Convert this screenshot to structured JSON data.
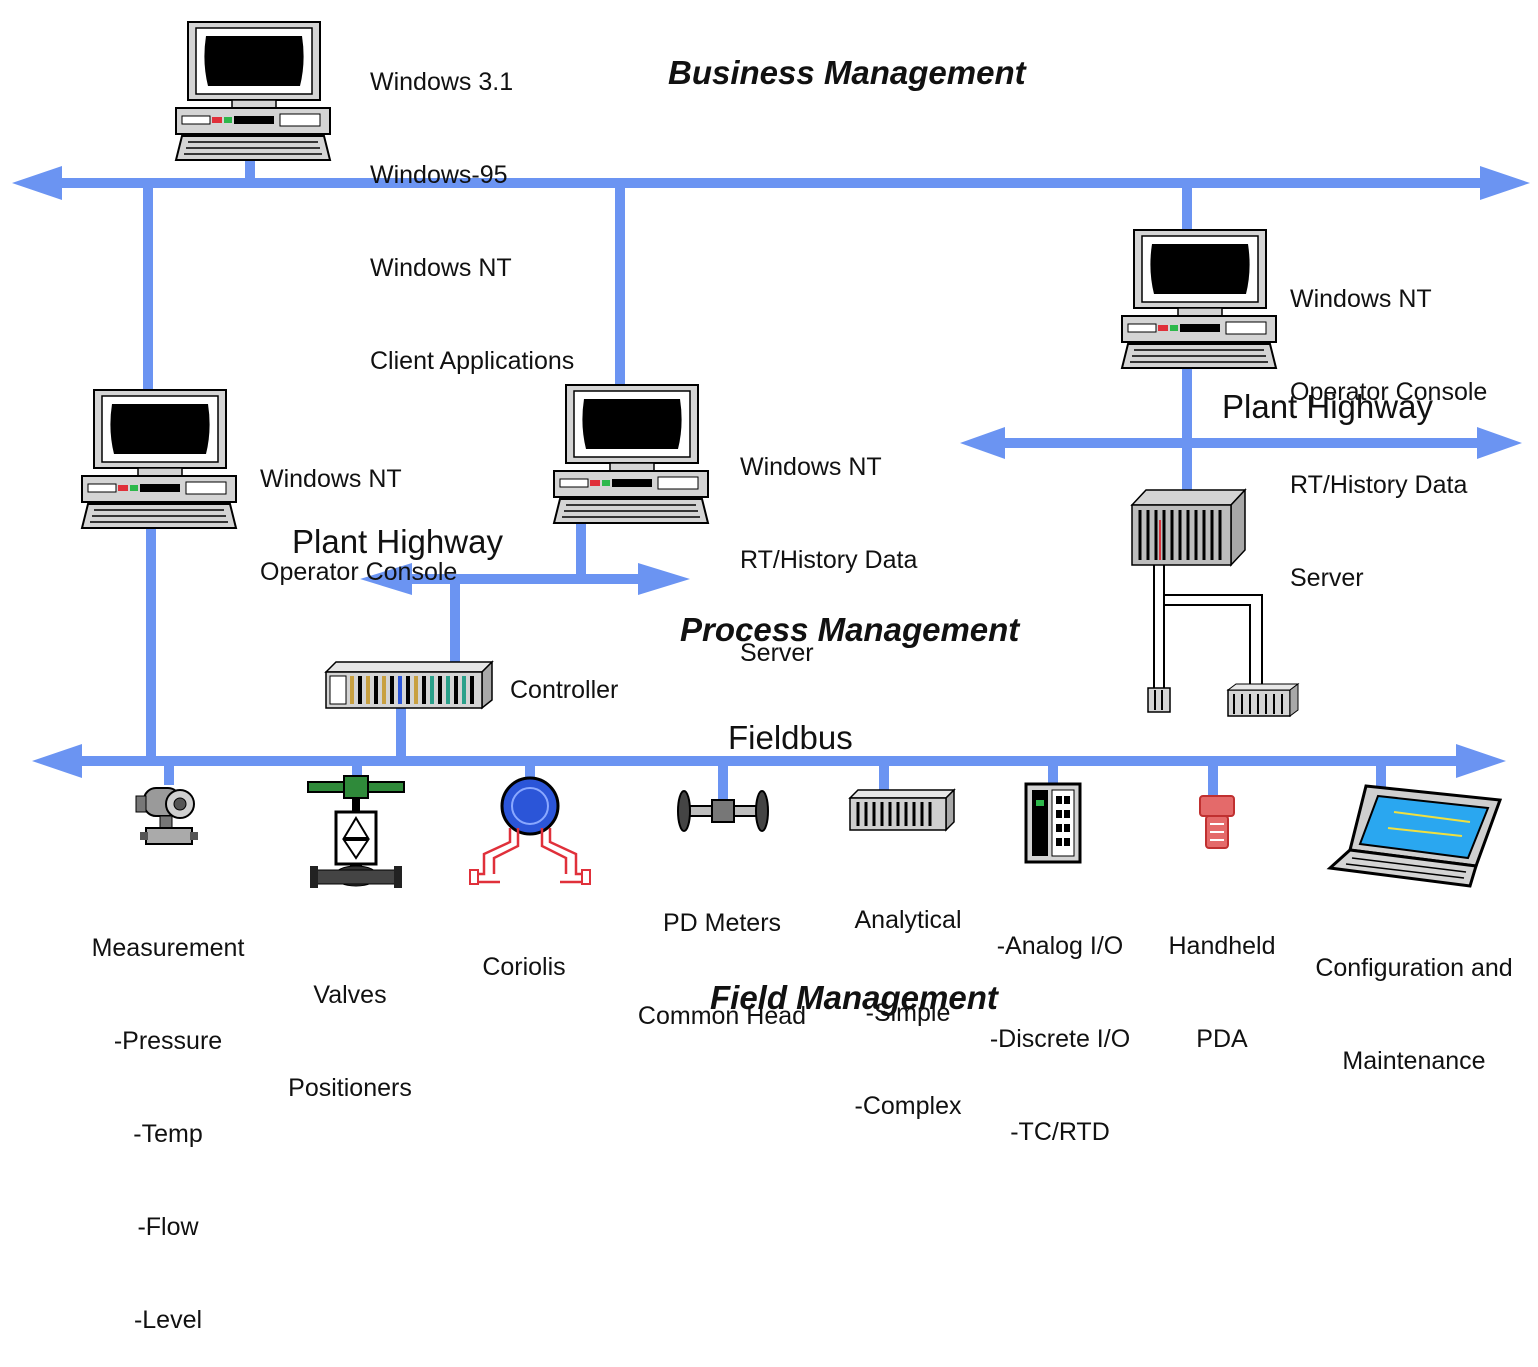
{
  "titles": {
    "business": "Business Management",
    "process": "Process Management",
    "field": "Field Management"
  },
  "networks": {
    "plant_highway_left": "Plant Highway",
    "plant_highway_right": "Plant Highway",
    "fieldbus": "Fieldbus"
  },
  "nodes": {
    "client_pc": [
      "Windows 3.1",
      "Windows-95",
      "Windows NT",
      "Client Applications"
    ],
    "operator_console_right": [
      "Windows NT",
      "Operator Console",
      "RT/History Data",
      "Server"
    ],
    "operator_console_left": [
      "Windows NT",
      "Operator Console"
    ],
    "history_server": [
      "Windows NT",
      "RT/History Data",
      "Server"
    ],
    "controller": "Controller"
  },
  "field_devices": {
    "measurement": [
      "Measurement",
      "-Pressure",
      "-Temp",
      "-Flow",
      "-Level"
    ],
    "valves": [
      "Valves",
      "Positioners"
    ],
    "coriolis": [
      "Coriolis"
    ],
    "pd_meters": [
      "PD Meters",
      "Common Head"
    ],
    "analytical": [
      "Analytical",
      "-Simple",
      "-Complex"
    ],
    "io": [
      "-Analog I/O",
      "-Discrete I/O",
      "-TC/RTD"
    ],
    "handheld": [
      "Handheld",
      "PDA"
    ],
    "config": [
      "Configuration and",
      "Maintenance"
    ]
  },
  "colors": {
    "bus": "#6b94f2",
    "screen": "#000000",
    "device_red": "#e0303a",
    "device_blue": "#2b55d8",
    "laptop_screen": "#2aa7f0"
  },
  "icons": [
    "computer-icon",
    "controller-rack-icon",
    "pressure-transmitter-icon",
    "control-valve-icon",
    "coriolis-meter-icon",
    "pd-meter-icon",
    "analyzer-icon",
    "io-module-icon",
    "handheld-pda-icon",
    "laptop-icon"
  ]
}
